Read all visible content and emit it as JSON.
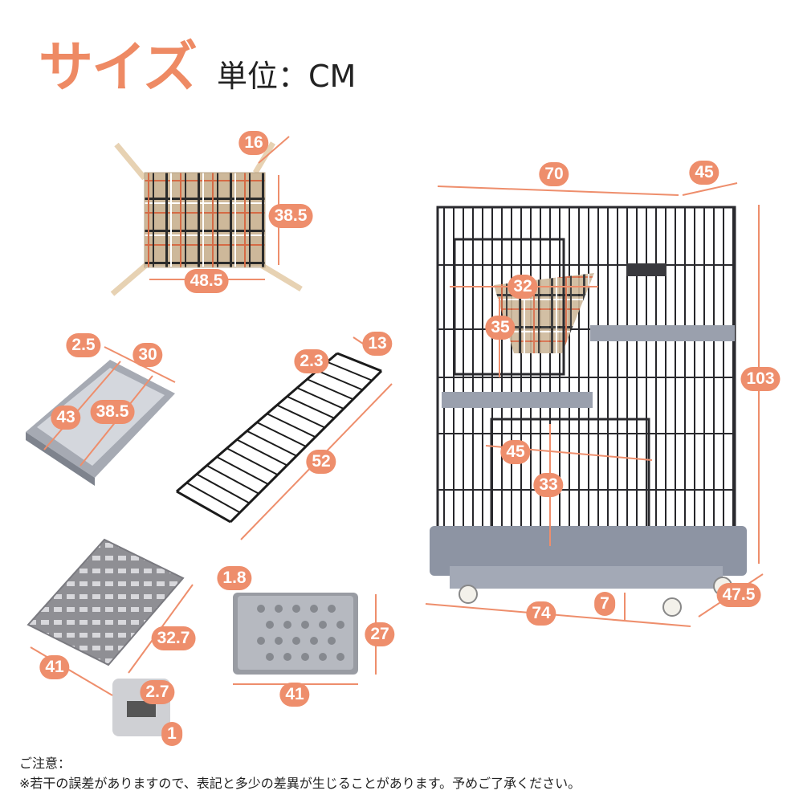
{
  "header": {
    "title": "サイズ",
    "unit": "単位：CM"
  },
  "colors": {
    "accent": "#ee8e6c",
    "cage": "#1e1e22",
    "plastic": "#9aa0ad"
  },
  "dimensions": {
    "hammock_depth": "16",
    "hammock_height": "38.5",
    "hammock_width": "48.5",
    "tray_edge": "2.5",
    "tray_width": "30",
    "tray_length": "43",
    "tray_inner": "38.5",
    "ladder_gap": "2.3",
    "ladder_width": "13",
    "ladder_length": "52",
    "grate_length": "32.7",
    "grate_width": "41",
    "grate_bar": "2.7",
    "grate_thickness": "1",
    "pan_thickness": "1.8",
    "pan_height": "27",
    "pan_width": "41",
    "cage_width": "70",
    "cage_depth": "45",
    "cage_height": "103",
    "cage_base_width": "74",
    "cage_base_depth": "47.5",
    "caster_height": "7",
    "hammock_span": "32",
    "hammock_drop": "35",
    "door_width": "45",
    "door_height": "33"
  },
  "notes": {
    "heading": "ご注意：",
    "text": "※若干の誤差がありますので、表記と多少の差異が生じることがあります。予めご了承ください。"
  }
}
